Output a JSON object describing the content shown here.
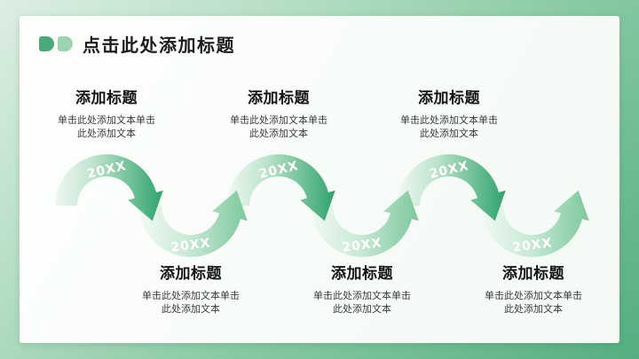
{
  "slide": {
    "title": "点击此处添加标题"
  },
  "diagram": {
    "items": [
      {
        "year": "20XX",
        "heading": "添加标题",
        "position": "top",
        "body_lines": [
          "单击此处添加文本单击",
          "此处添加文本"
        ]
      },
      {
        "year": "20XX",
        "heading": "添加标题",
        "position": "bottom",
        "body_lines": [
          "单击此处添加文本单击",
          "此处添加文本"
        ]
      },
      {
        "year": "20XX",
        "heading": "添加标题",
        "position": "top",
        "body_lines": [
          "单击此处添加文本单击",
          "此处添加文本"
        ]
      },
      {
        "year": "20XX",
        "heading": "添加标题",
        "position": "bottom",
        "body_lines": [
          "单击此处添加文本单击",
          "此处添加文本"
        ]
      },
      {
        "year": "20XX",
        "heading": "添加标题",
        "position": "top",
        "body_lines": [
          "单击此处添加文本单击",
          "此处添加文本"
        ]
      },
      {
        "year": "20XX",
        "heading": "添加标题",
        "position": "bottom",
        "body_lines": [
          "单击此处添加文本单击",
          "此处添加文本"
        ]
      }
    ]
  },
  "colors": {
    "background_light": "#ddeee3",
    "background_dark": "#55ae81",
    "arc_up_dark": "#2ea36c",
    "arc_up_light": "#f0f8f3",
    "arc_down_dark": "#7cc89c",
    "arc_down_light": "#f2f9f5",
    "logo_dark": "#4aa87a",
    "logo_light": "#9bd4ae",
    "title_text": "#1c1c1c"
  }
}
